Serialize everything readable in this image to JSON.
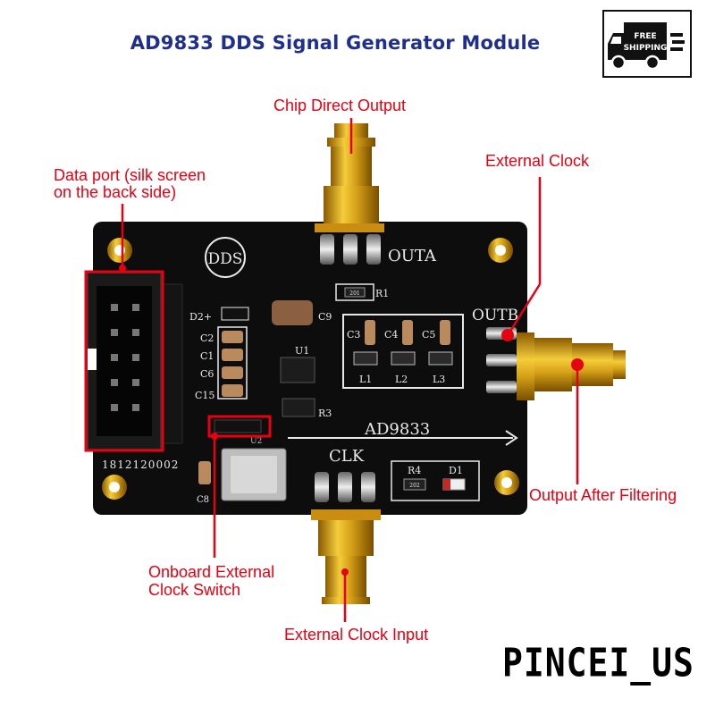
{
  "header": {
    "title": "AD9833 DDS Signal Generator Module"
  },
  "badge": {
    "line1": "FREE",
    "line2": "SHIPPING",
    "icon": "delivery-truck-icon"
  },
  "callouts": {
    "chip_direct_output": "Chip Direct Output",
    "external_clock": "External Clock",
    "data_port_line1": "Data port (silk screen",
    "data_port_line2": "on the back side)",
    "output_after_filtering": "Output After Filtering",
    "onboard_clock_switch_line1": "Onboard External",
    "onboard_clock_switch_line2": "Clock Switch",
    "external_clock_input": "External Clock Input"
  },
  "board": {
    "logo": "DDS",
    "outa": "OUTA",
    "outb": "OUTB",
    "chip_name": "AD9833",
    "clk": "CLK",
    "serial": "1812120002",
    "labels": {
      "d2": "D2+",
      "c9": "C9",
      "c2": "C2",
      "c1": "C1",
      "c6": "C6",
      "c15": "C15",
      "u1": "U1",
      "u2": "U2",
      "r1": "R1",
      "r3": "R3",
      "r4": "R4",
      "d1": "D1",
      "c8": "C8",
      "c3": "C3",
      "c4": "C4",
      "c5": "C5",
      "l1": "L1",
      "l2": "L2",
      "l3": "L3",
      "res_code_r1": "201",
      "res_code_r4": "202"
    }
  },
  "brand": {
    "name": "PINCEI_US"
  },
  "colors": {
    "title": "#1f2f8c",
    "callout": "#e60012",
    "pcb": "#0d0d0d",
    "silkscreen": "#e8e8e8",
    "gold": "#d4a017"
  }
}
